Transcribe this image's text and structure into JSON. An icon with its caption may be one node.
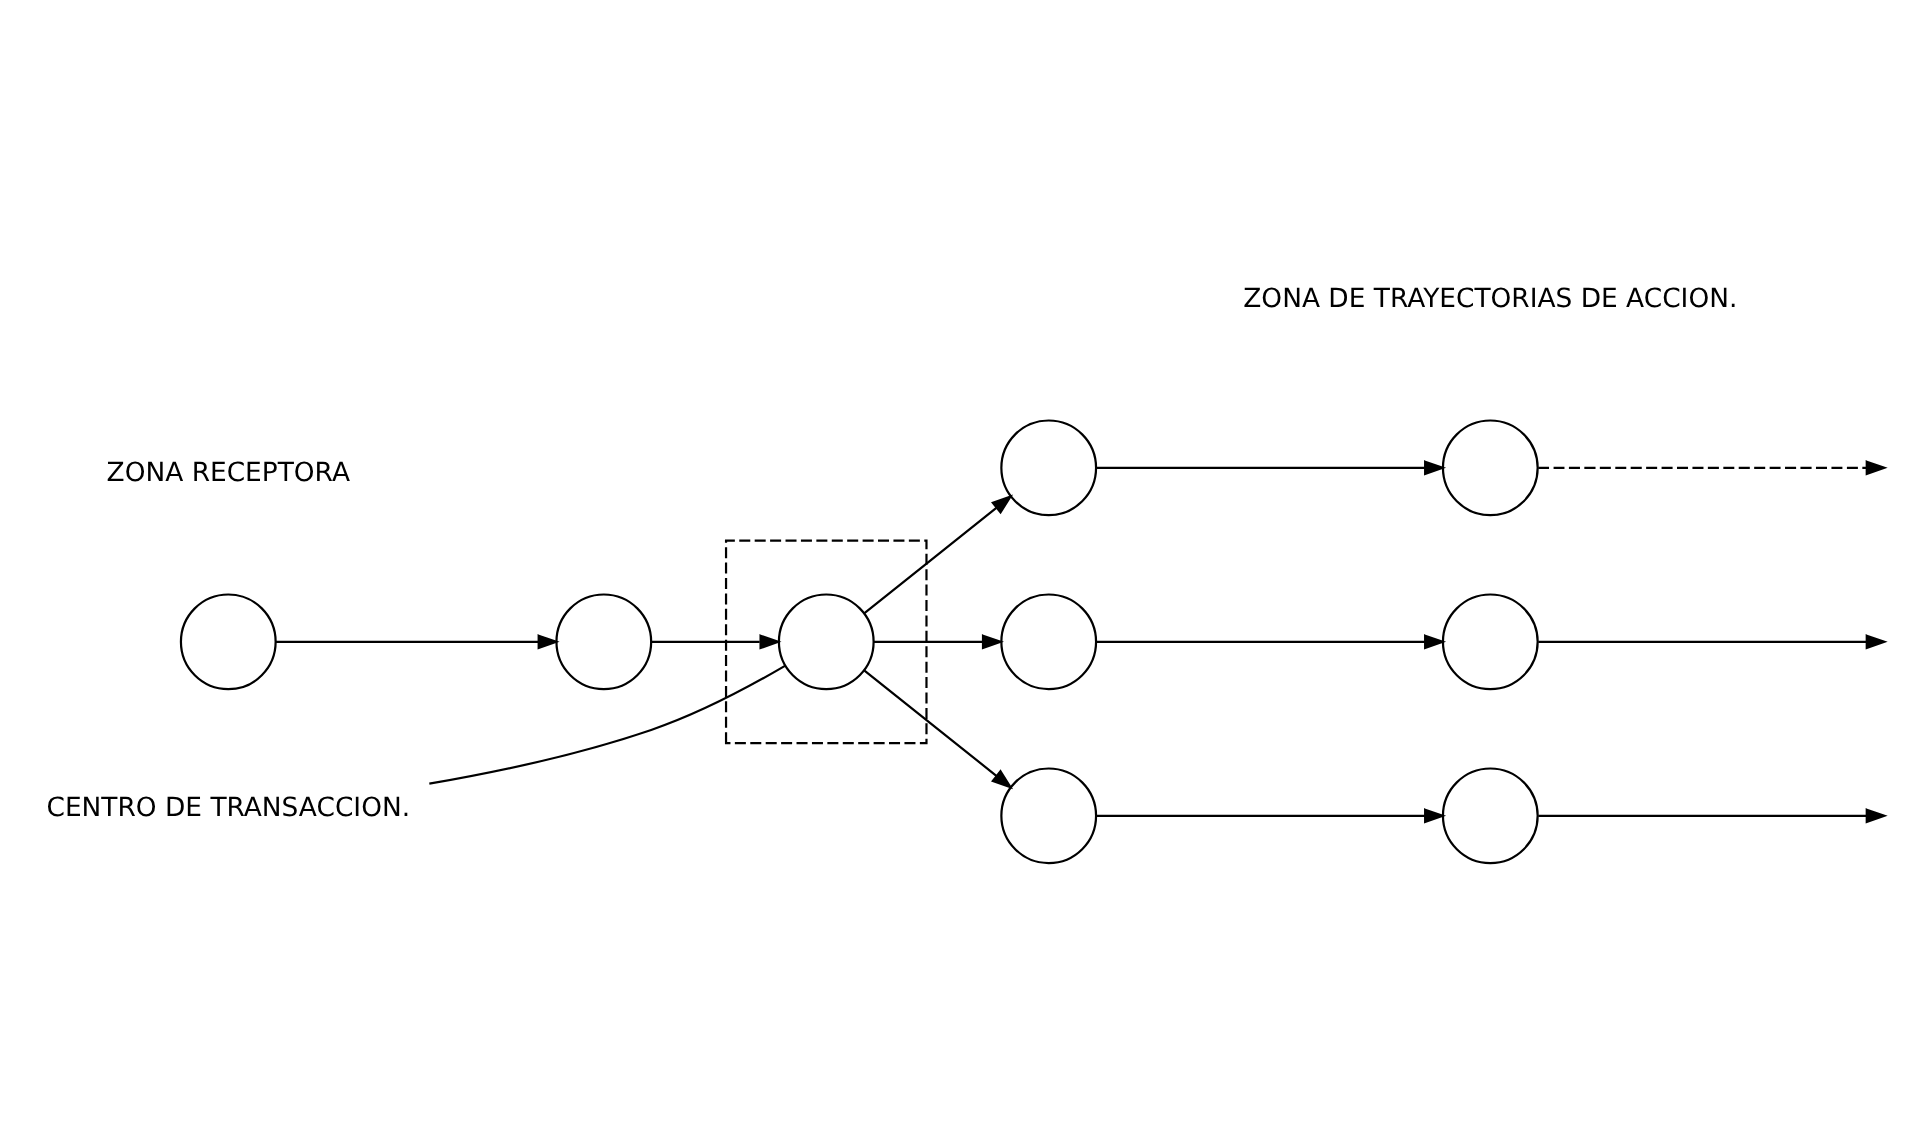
{
  "diagram": {
    "nodes": [
      {
        "text": [],
        "shape": "circle"
      },
      {
        "text": [],
        "shape": "circle"
      },
      {
        "text": [],
        "shape": "box"
      },
      {
        "text": [],
        "shape": "circle",
        "in": 2
      },
      {
        "text": [],
        "shape": "circle"
      },
      {
        "text": [],
        "shape": "circle"
      },
      {
        "text": [],
        "shape": "circle"
      },
      {
        "text": [],
        "shape": "circle"
      },
      {
        "text": [],
        "shape": "circle"
      },
      {
        "text": [],
        "shape": "circle"
      },
      {
        "text": [
          "CENTRO DE TRANSACCION."
        ]
      }
    ],
    "edges": [
      {
        "from": 0,
        "to": 1,
        "arrow": "to"
      },
      {
        "from": 1,
        "to": 3,
        "arrow": "to"
      },
      {
        "from": 3,
        "to": 4,
        "arrow": "to"
      },
      {
        "from": 3,
        "to": 5,
        "arrow": "to"
      },
      {
        "from": 3,
        "to": 6,
        "arrow": "to"
      },
      {
        "from": 4,
        "to": 7,
        "arrow": "to"
      },
      {
        "from": 5,
        "to": 8,
        "arrow": "to"
      },
      {
        "from": 6,
        "to": 9,
        "arrow": "to"
      },
      {
        "from": 7,
        "to": null,
        "arrow": "to",
        "style": "dashed"
      },
      {
        "from": 8,
        "to": null,
        "arrow": "to"
      },
      {
        "from": 9,
        "to": null,
        "arrow": "to"
      },
      {
        "from": 10,
        "to": 3,
        "arrow": "none"
      }
    ],
    "labels": [
      "ZONA RECEPTORA",
      "ZONA DE TRAYECTORIAS DE ACCION."
    ]
  }
}
